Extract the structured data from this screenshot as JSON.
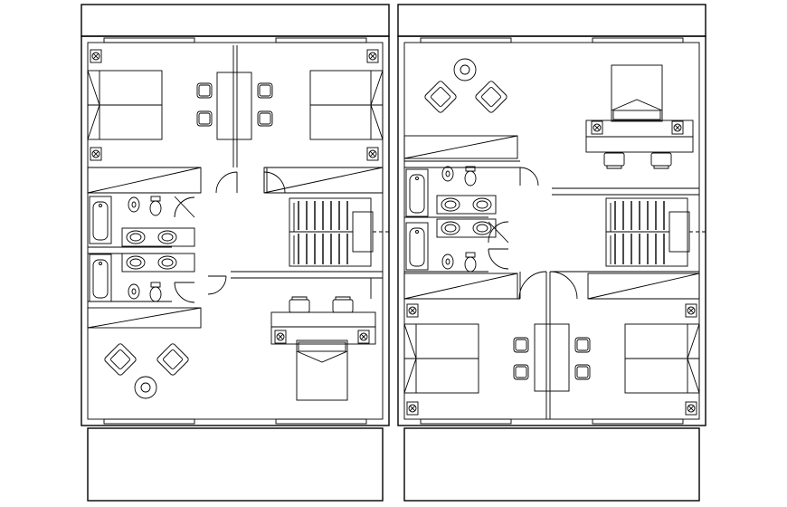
{
  "drawing": {
    "type": "architectural floor plan",
    "line_color": "#000000",
    "background": "#ffffff",
    "units_count": 2,
    "units": [
      {
        "name": "left-unit",
        "bedrooms": 3,
        "bathrooms": 2,
        "staircases": 1,
        "balconies": 2
      },
      {
        "name": "right-unit",
        "bedrooms": 3,
        "bathrooms": 2,
        "staircases": 1,
        "balconies": 2
      }
    ],
    "icons": [
      "bed-icon",
      "chair-icon",
      "armchair-icon",
      "table-icon",
      "toilet-icon",
      "sink-icon",
      "bathtub-icon",
      "staircase-icon",
      "door-swing-icon",
      "fixture-icon",
      "window-icon"
    ]
  }
}
